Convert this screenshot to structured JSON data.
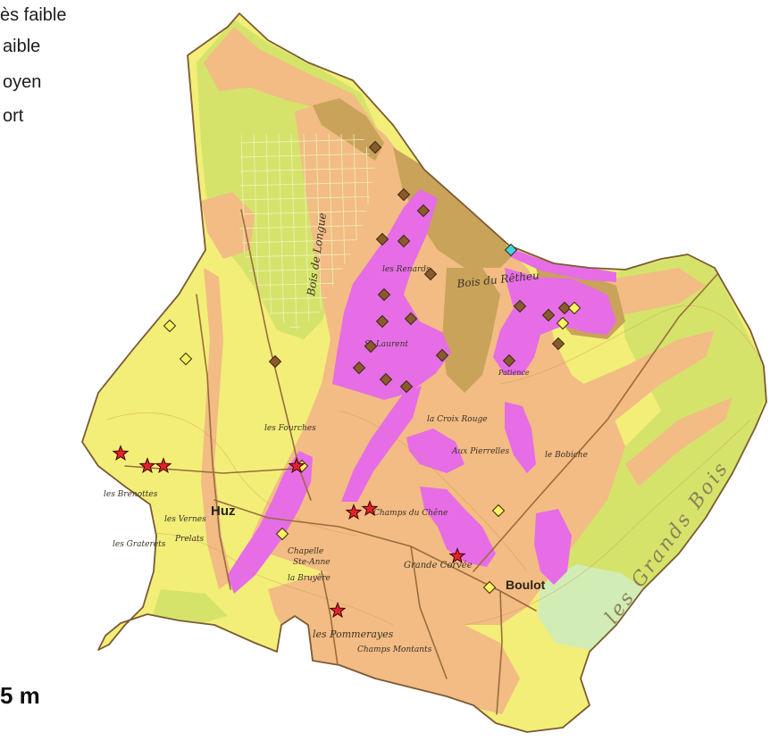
{
  "legend": {
    "items": [
      "ès faible",
      "aible",
      "oyen",
      "ort"
    ]
  },
  "scale": {
    "label": "5 m"
  },
  "colors": {
    "base": "#f2ee78",
    "green": "#d5e36b",
    "pale_green": "#d2ecb6",
    "tan": "#f2bc84",
    "olive": "#c9a35a",
    "magenta": "#e66de6",
    "outline": "#7b5a33",
    "road": "#9b6c3c",
    "grid": "#eef2b8"
  },
  "markers": {
    "brown": {
      "icon": "brown-diamond-icon",
      "color": "#8a5a2c"
    },
    "yellow": {
      "icon": "yellow-diamond-icon",
      "color": "#f7f25e"
    },
    "cyan": {
      "icon": "cyan-diamond-icon",
      "color": "#3fd3e4"
    },
    "red": {
      "icon": "red-star-icon",
      "color": "#e2222a"
    }
  },
  "places": {
    "huz": "Huz",
    "boulot": "Boulot",
    "bois_retheu": "Bois du Rêtheu",
    "pommerayes": "les Pommerayes",
    "grande_corvee": "Grande Corvée",
    "champs_chene": "Champs du Chêne",
    "chapelle": "Chapelle",
    "ste_anne": "Ste-Anne",
    "bruyere": "la Bruyère",
    "croix_rouge": "la Croix Rouge",
    "pierrelles": "Aux Pierrelles",
    "brenottes": "les Brenottes",
    "vernes": "les Vernes",
    "graterets": "les Graterets",
    "prelats": "Prelats",
    "grands_bois": "les Grands Bois",
    "champs_montants": "Champs Montants",
    "bois_longue": "Bois de Longue",
    "st_laurent": "St-Laurent",
    "renards": "les Renards",
    "patience": "Patience",
    "bobiche": "le Bobiche",
    "fourches": "les Fourches"
  }
}
